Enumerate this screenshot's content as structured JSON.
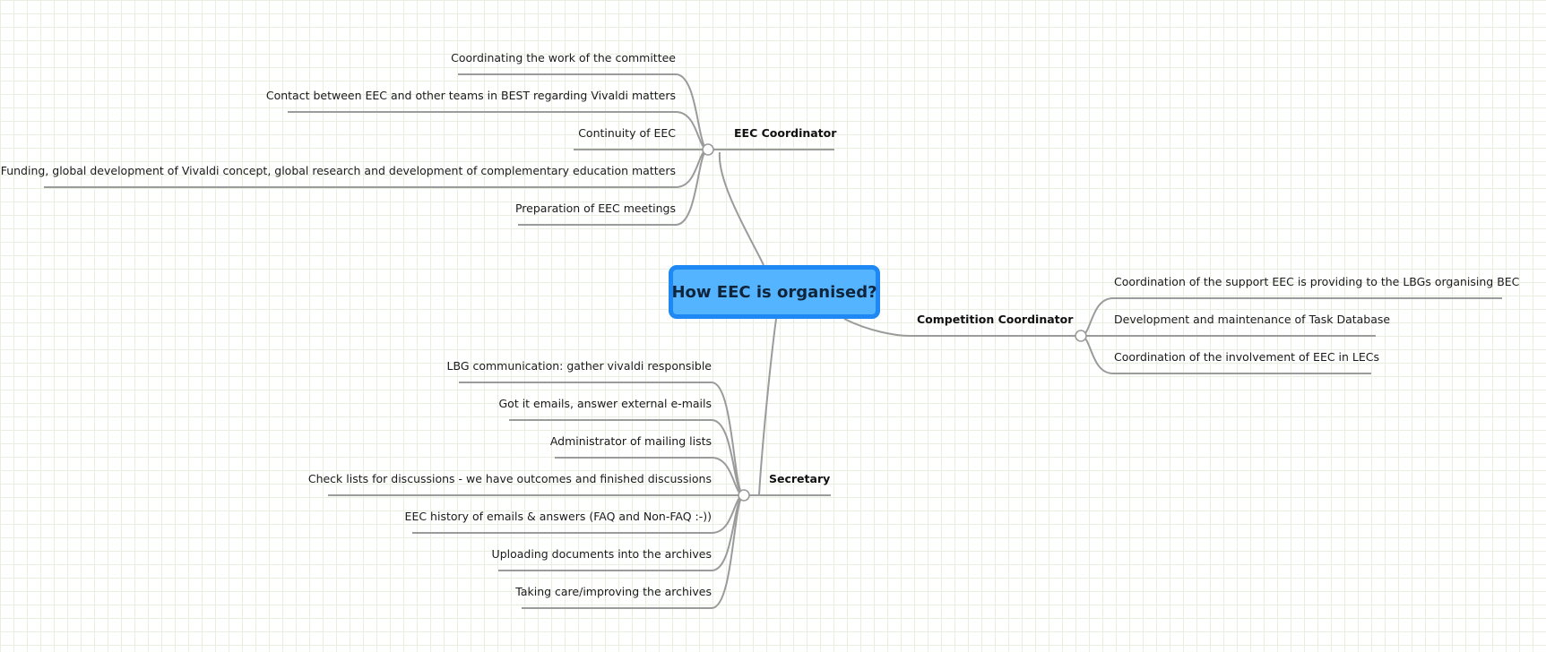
{
  "root": {
    "title": "How EEC is organised?"
  },
  "branches": [
    {
      "label": "EEC Coordinator",
      "children": [
        "Coordinating the work of the committee",
        "Contact between EEC and other teams in BEST regarding Vivaldi matters",
        "Continuity of EEC",
        "Funding, global development of Vivaldi concept, global research and development of complementary education matters",
        "Preparation of EEC meetings"
      ]
    },
    {
      "label": "Competition Coordinator",
      "children": [
        "Coordination of the support EEC is providing to the LBGs organising BEC",
        "Development and maintenance of Task Database",
        "Coordination of the involvement of EEC in LECs"
      ]
    },
    {
      "label": "Secretary",
      "children": [
        "LBG communication: gather vivaldi responsible",
        "Got it emails, answer external e-mails",
        "Administrator of mailing lists",
        "Check lists for discussions - we have outcomes and finished discussions",
        "EEC history of emails & answers (FAQ and Non-FAQ :-))",
        "Uploading documents into the archives",
        "Taking care/improving the archives"
      ]
    }
  ],
  "colors": {
    "root_fill": "#55b4ff",
    "root_border": "#1e88f5",
    "connector": "#9b9b9b",
    "grid": "#e8eee0"
  }
}
